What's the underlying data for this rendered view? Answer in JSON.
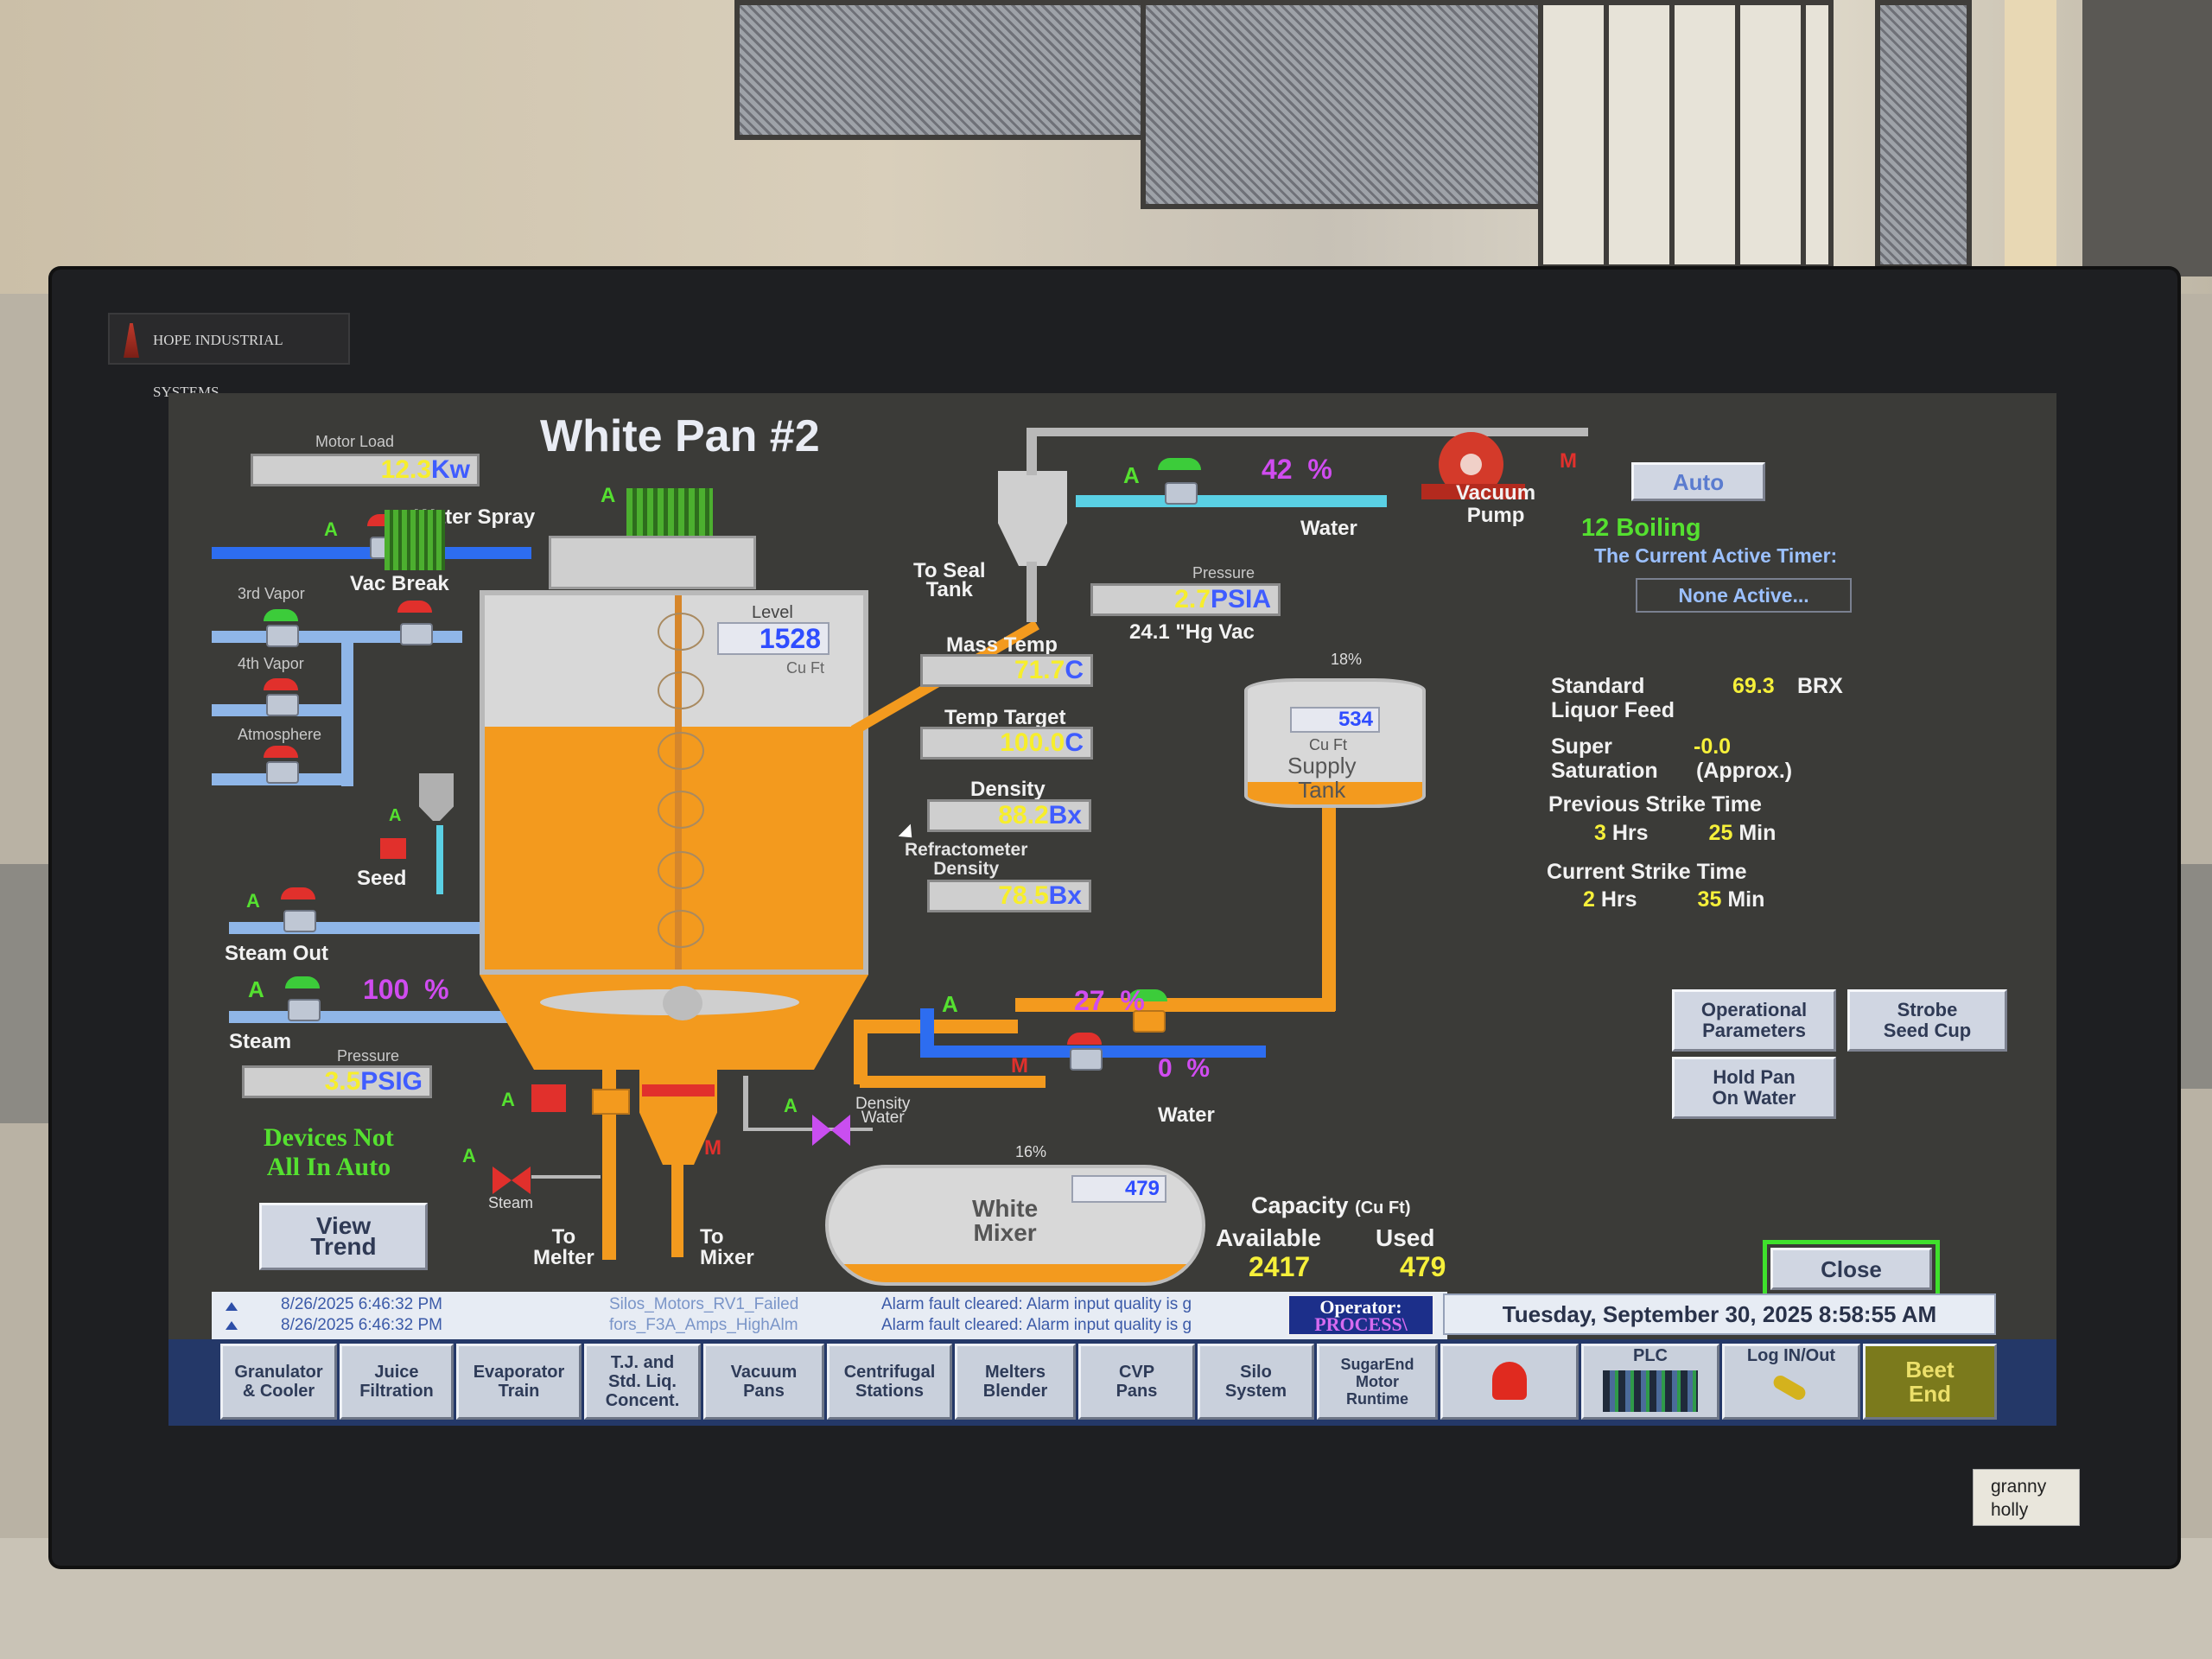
{
  "brand": "HOPE INDUSTRIAL SYSTEMS",
  "sticker": [
    "granny",
    "holly"
  ],
  "title": "White Pan #2",
  "motor_load": {
    "label": "Motor Load",
    "value": "12.3",
    "unit": "Kw"
  },
  "labels": {
    "water_spray": "Water Spray",
    "vac_break": "Vac Break",
    "vapor3": "3rd Vapor",
    "vapor4": "4th Vapor",
    "atmosphere": "Atmosphere",
    "seed": "Seed",
    "steam_out": "Steam Out",
    "steam": "Steam",
    "to_seal_tank": [
      "To Seal",
      "Tank"
    ],
    "water_top": "Water",
    "vacuum_pump": [
      "Vacuum",
      "Pump"
    ],
    "water_mid": "Water",
    "density_water": [
      "Density",
      "Water"
    ],
    "steam_small": "Steam",
    "to_melter": [
      "To",
      "Melter"
    ],
    "to_mixer": [
      "To",
      "Mixer"
    ],
    "auto_tag": "A",
    "manual_tag": "M"
  },
  "level": {
    "label": "Level",
    "value": "1528",
    "unit": "Cu Ft"
  },
  "mass_temp": {
    "label": "Mass Temp",
    "value": "71.7",
    "unit": "C"
  },
  "temp_target": {
    "label": "Temp Target",
    "value": "100.0",
    "unit": "C"
  },
  "density": {
    "label": "Density",
    "value": "88.2",
    "unit": "Bx"
  },
  "refractometer": {
    "label": [
      "Refractometer",
      "Density"
    ],
    "value": "78.5",
    "unit": "Bx"
  },
  "pan_pressure": {
    "label": "Pressure",
    "value": "2.7",
    "unit": "PSIA",
    "vac": "24.1 \"Hg Vac"
  },
  "steam_pressure": {
    "label": "Pressure",
    "value": "3.5",
    "unit": "PSIG"
  },
  "water_valve_pct": {
    "value": "42",
    "unit": "%"
  },
  "steam_valve_pct": {
    "value": "100",
    "unit": "%"
  },
  "feed_valve_pct": {
    "value": "27",
    "unit": "%"
  },
  "water_feed_pct": {
    "value": "0",
    "unit": "%"
  },
  "supply_tank": {
    "pct": "18%",
    "value": "534",
    "unit": "Cu Ft",
    "name": [
      "Supply",
      "Tank"
    ],
    "fill": 0.18
  },
  "mixer": {
    "pct": "16%",
    "value": "479",
    "name": [
      "White",
      "Mixer"
    ],
    "fill": 0.16
  },
  "pan_fill": 0.65,
  "capacity": {
    "title": "Capacity",
    "unit": "(Cu Ft)",
    "available_label": "Available",
    "used_label": "Used",
    "available": "2417",
    "used": "479"
  },
  "mode": {
    "auto": "Auto",
    "state": "12 Boiling",
    "timer_label": "The Current Active Timer:",
    "timer_value": "None Active..."
  },
  "info": {
    "standard_label": [
      "Standard",
      "Liquor Feed"
    ],
    "standard_value": "69.3",
    "standard_unit": "BRX",
    "super_label": [
      "Super",
      "Saturation"
    ],
    "super_value": "-0.0",
    "super_unit": "(Approx.)",
    "prev_label": "Previous Strike Time",
    "prev_hrs": "3",
    "prev_min": "25",
    "cur_label": "Current Strike Time",
    "cur_hrs": "2",
    "cur_min": "35",
    "hrs": "Hrs",
    "min": "Min"
  },
  "devices_warning": [
    "Devices Not",
    "All In Auto"
  ],
  "buttons": {
    "view_trend": [
      "View",
      "Trend"
    ],
    "operational": [
      "Operational",
      "Parameters"
    ],
    "strobe": [
      "Strobe",
      "Seed Cup"
    ],
    "hold_pan": [
      "Hold Pan",
      "On Water"
    ],
    "close": "Close"
  },
  "alarms": [
    {
      "time": "8/26/2025 6:46:32 PM",
      "tag": "Silos_Motors_RV1_Failed",
      "msg": "Alarm fault cleared: Alarm input quality is g"
    },
    {
      "time": "8/26/2025 6:46:32 PM",
      "tag": "fors_F3A_Amps_HighAlm",
      "msg": "Alarm fault cleared: Alarm input quality is g"
    }
  ],
  "operator": {
    "label": "Operator:",
    "value": "PROCESS\\"
  },
  "datetime": "Tuesday, September 30, 2025  8:58:55 AM",
  "nav": [
    [
      "Granulator",
      "& Cooler"
    ],
    [
      "Juice",
      "Filtration"
    ],
    [
      "Evaporator",
      "Train"
    ],
    [
      "T.J. and",
      "Std. Liq.",
      "Concent."
    ],
    [
      "Vacuum",
      "Pans"
    ],
    [
      "Centrifugal",
      "Stations"
    ],
    [
      "Melters",
      "Blender"
    ],
    [
      "CVP",
      "Pans"
    ],
    [
      "Silo",
      "System"
    ],
    [
      "SugarEnd",
      "Motor",
      "Runtime"
    ]
  ],
  "nav_extra": {
    "plc": "PLC",
    "log": "Log IN/Out",
    "beet": [
      "Beet",
      "End"
    ]
  },
  "colors": {
    "syrup": "#f39a1e",
    "water": "#2d6df0",
    "steam": "#8fb6e8",
    "screen_bg": "#3b3b38",
    "nav_bg": "#243868",
    "beet_end": "#7b7a1c"
  },
  "icons": [
    "lighthouse-logo-icon",
    "alarm-bell-icon",
    "plc-rack-icon",
    "key-icon",
    "vacuum-pump-icon",
    "scroll-up-icon",
    "mouse-cursor-icon"
  ]
}
